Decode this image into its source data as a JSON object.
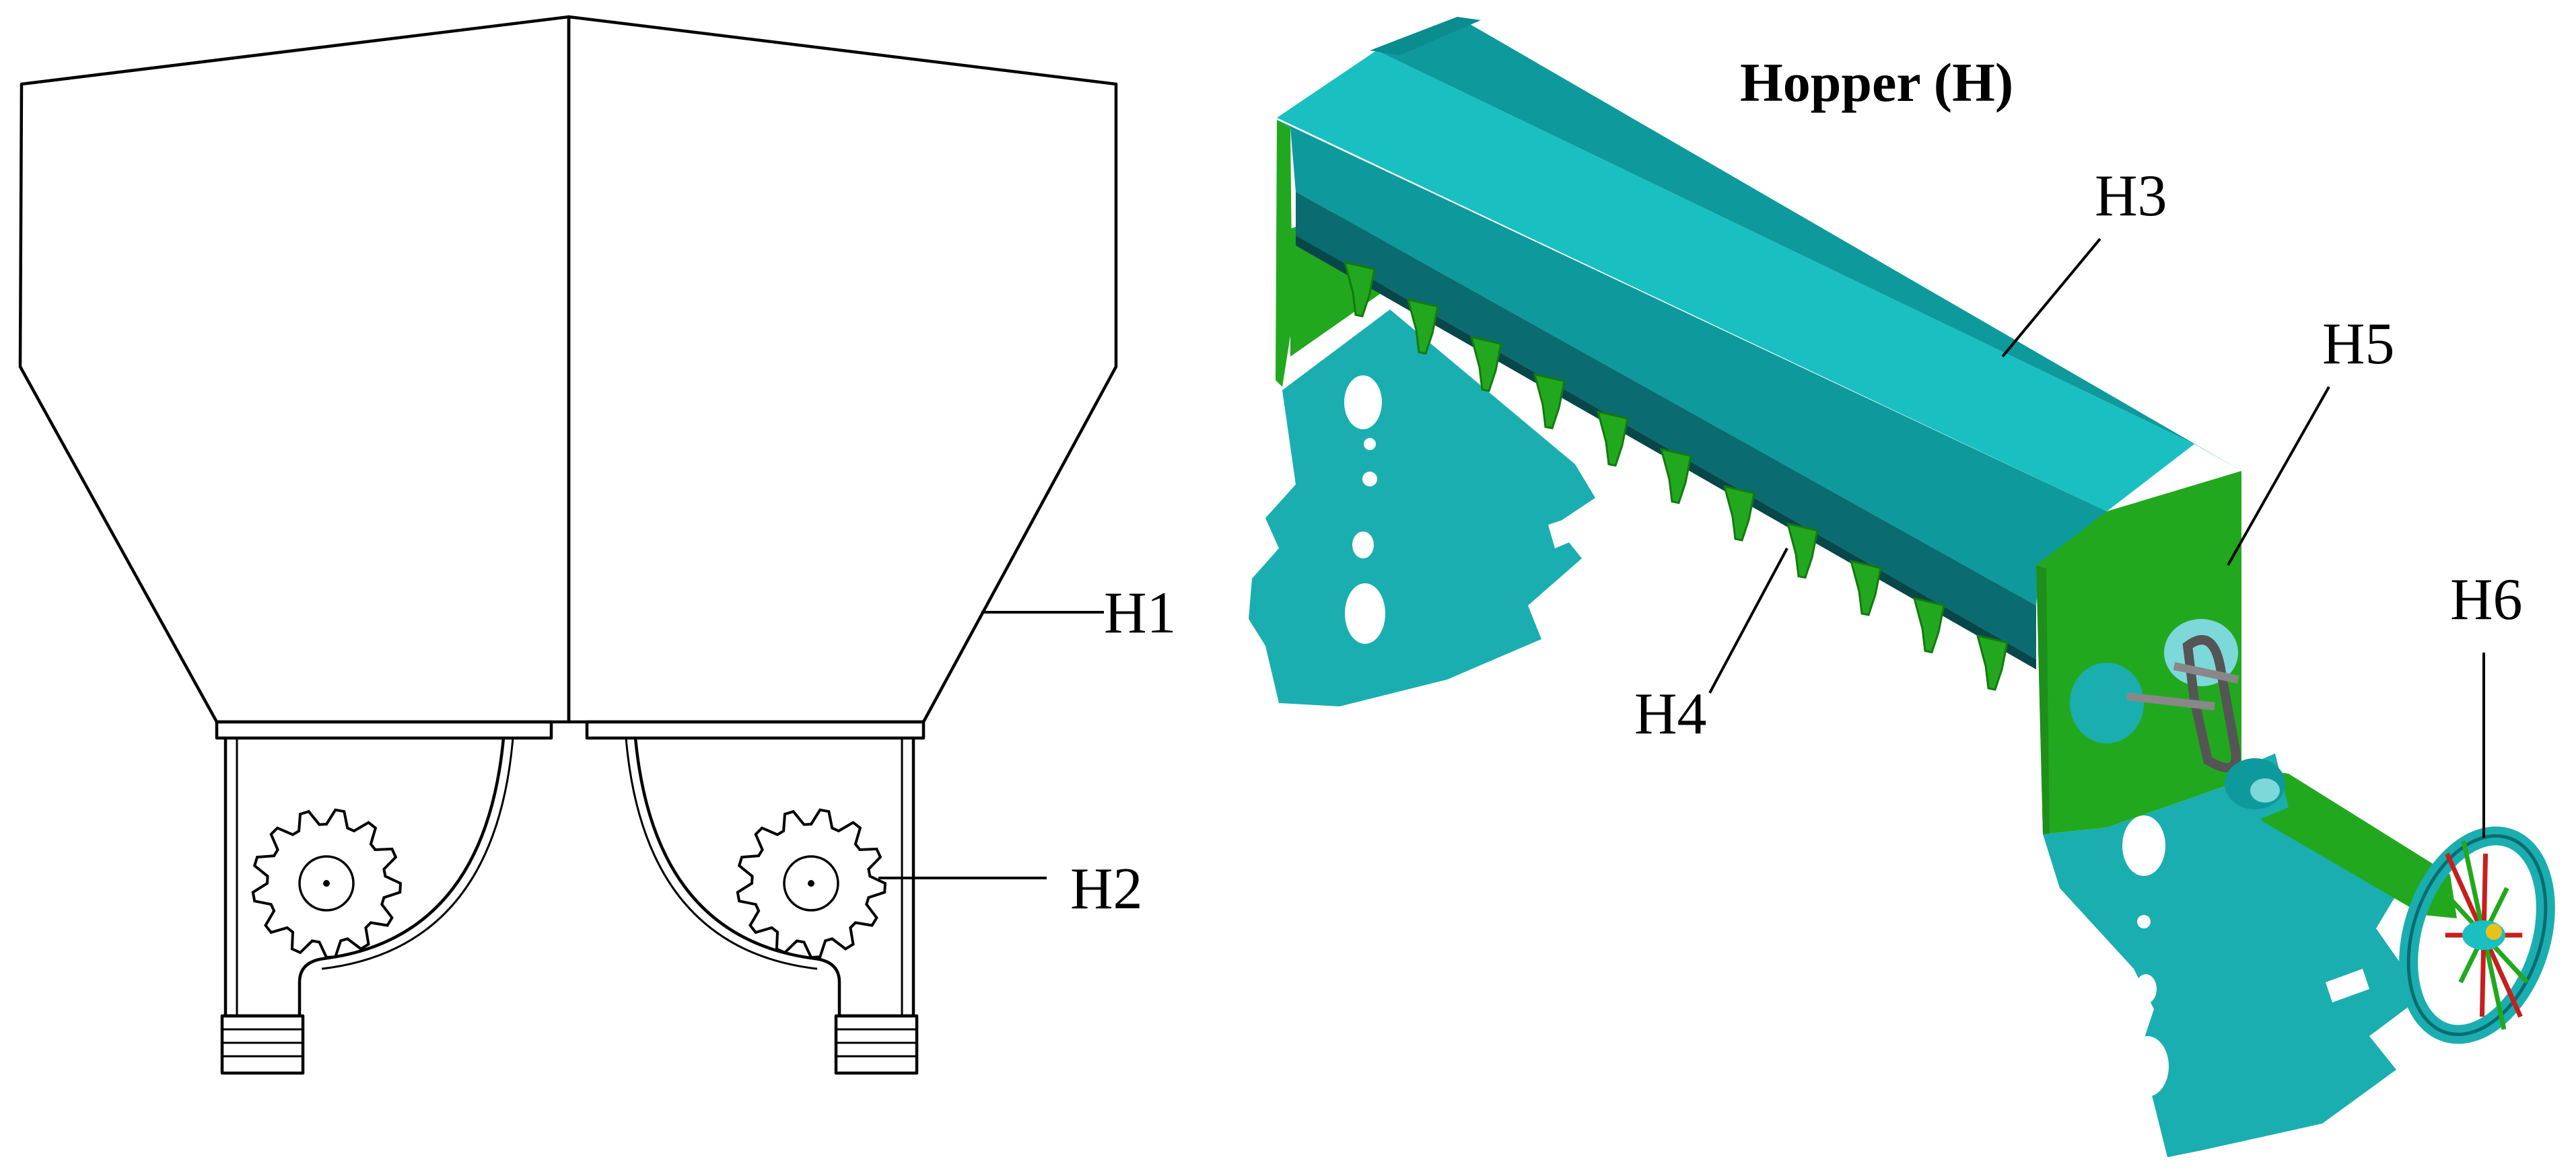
{
  "title": "Hopper (H)",
  "labels": {
    "h1": "H1",
    "h2": "H2",
    "h3": "H3",
    "h4": "H4",
    "h5": "H5",
    "h6": "H6"
  },
  "colors": {
    "cyan_top": "#1ABFC2",
    "cyan_mid": "#0E9A9C",
    "cyan_dark": "#0A6C70",
    "plate_teal": "#1AAEB0",
    "green_side": "#22A81E",
    "red_spoke": "#C81E1E",
    "outline": "#000000"
  }
}
